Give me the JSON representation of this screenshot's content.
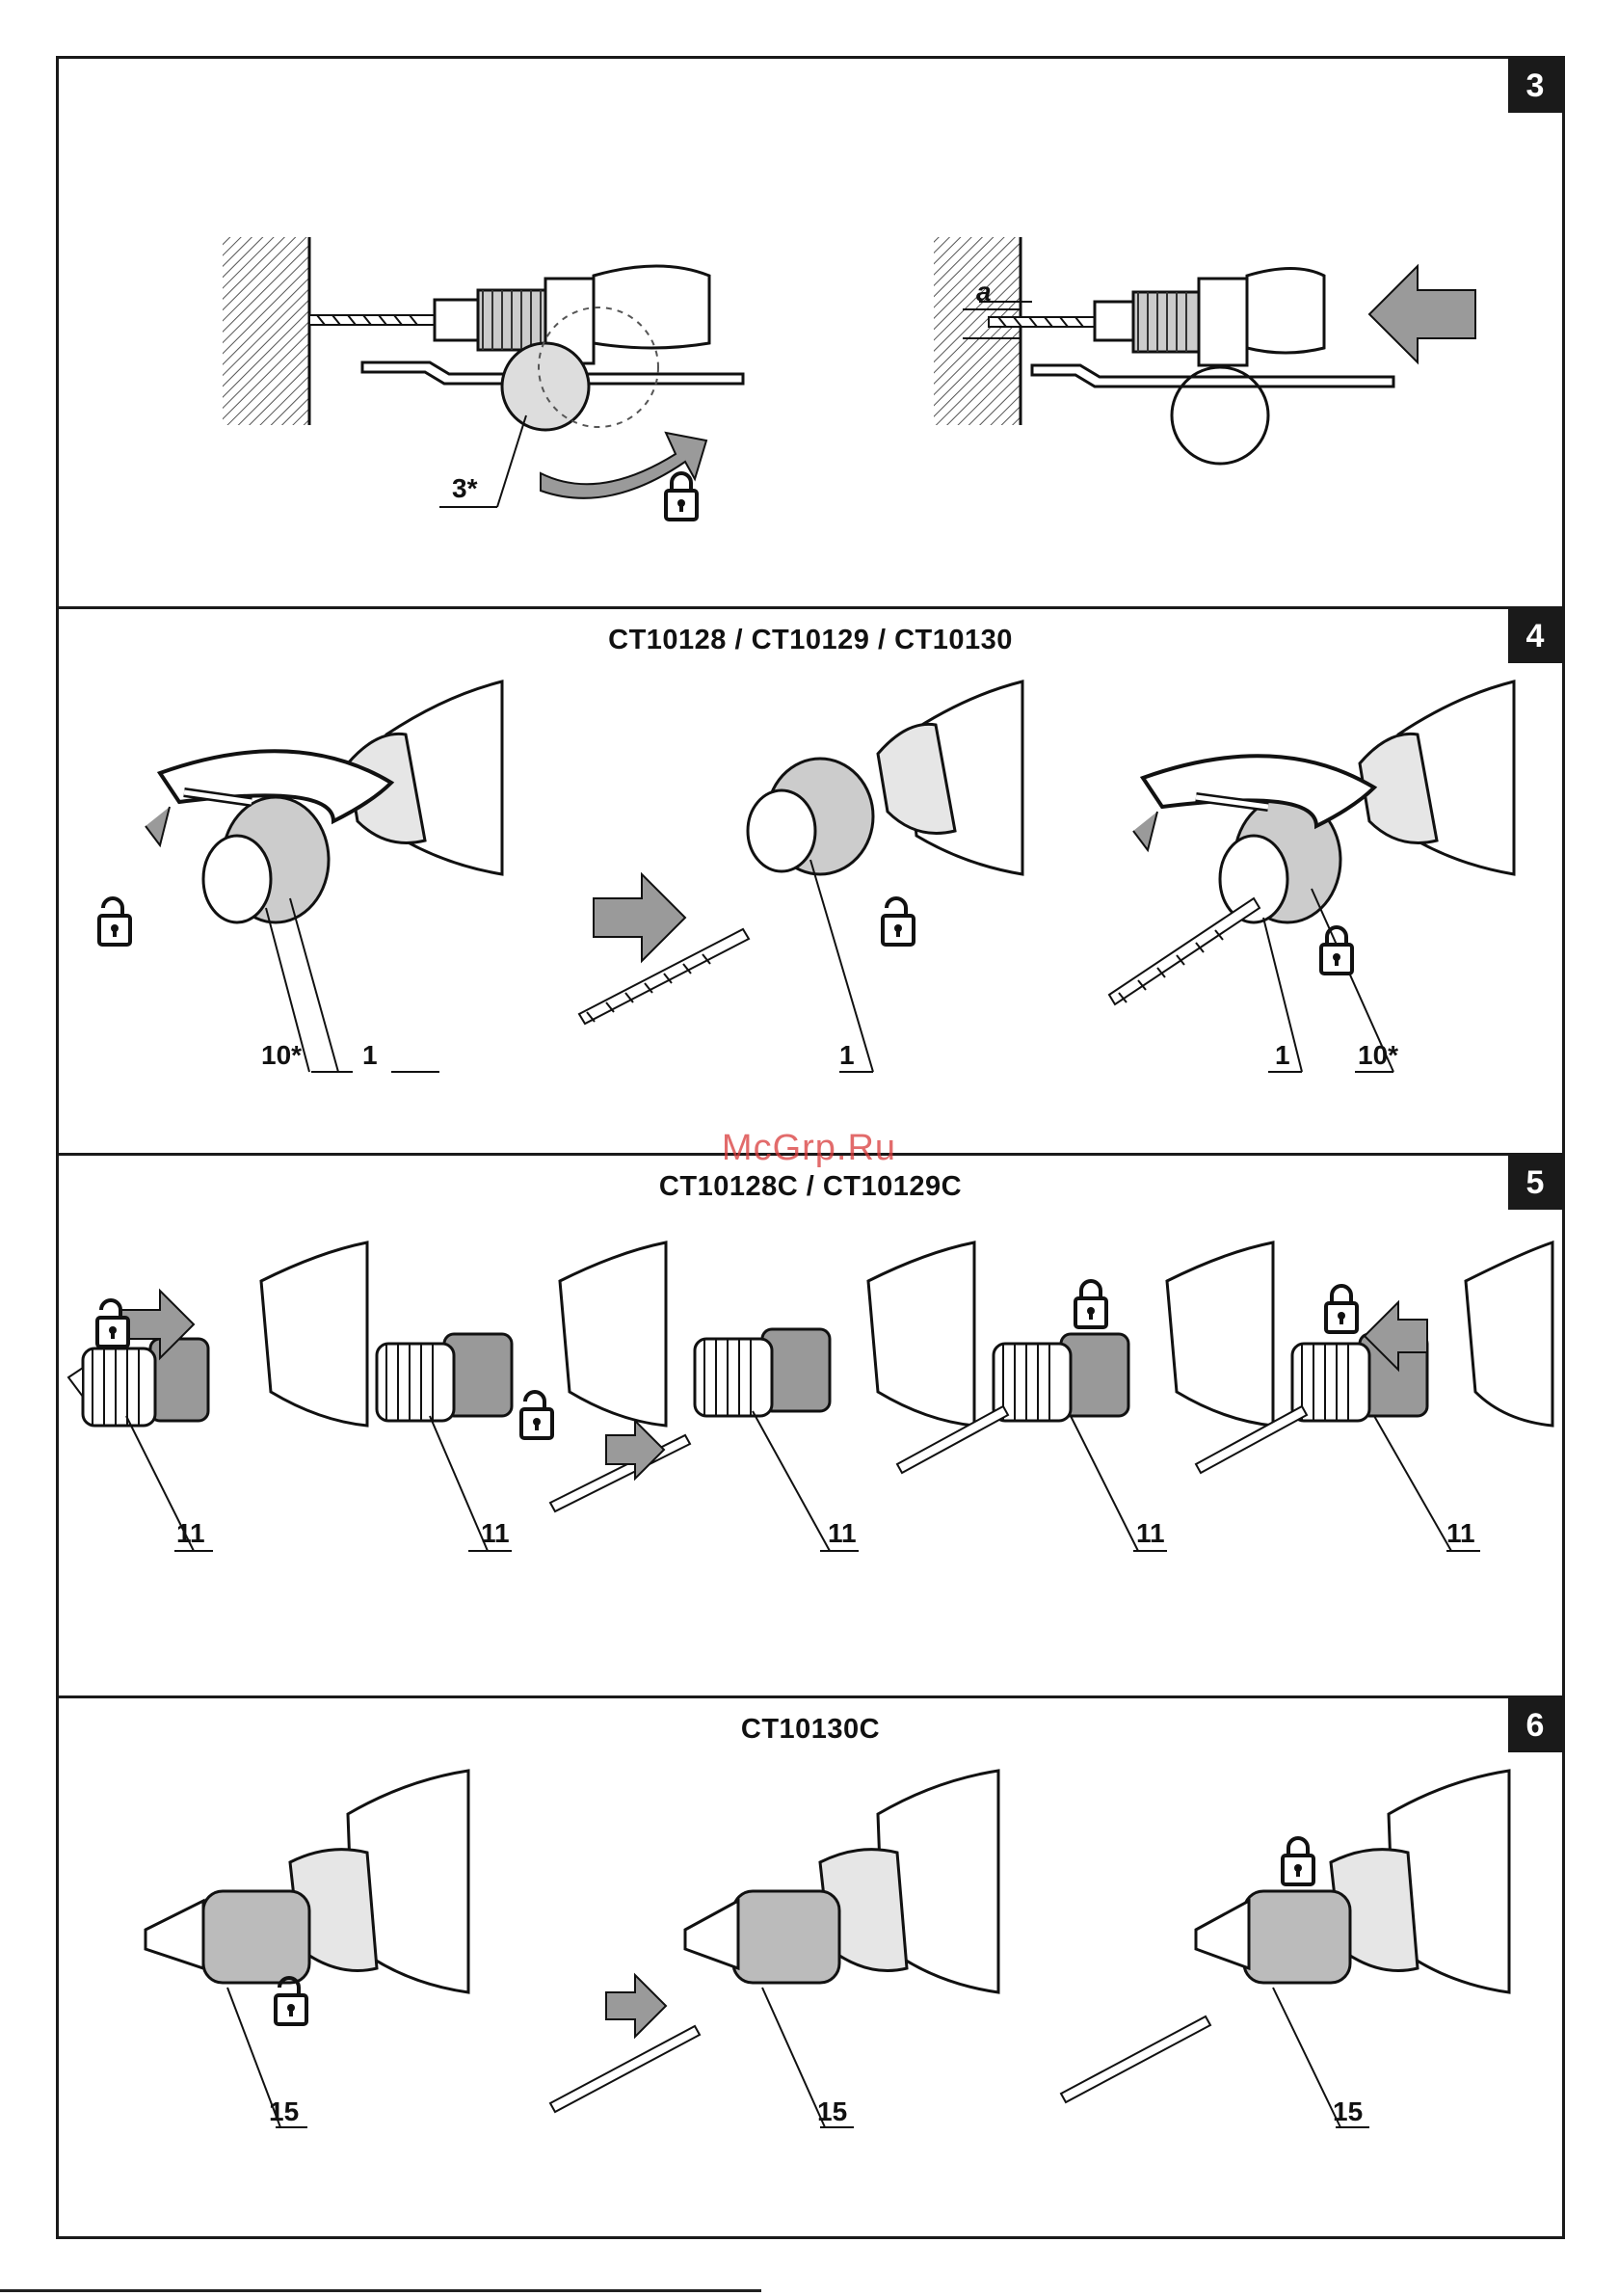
{
  "sections": [
    {
      "number": "3",
      "title": "",
      "labels": [
        "3*",
        "a"
      ]
    },
    {
      "number": "4",
      "title": "CT10128 / CT10129 / CT10130",
      "labels": [
        "10*",
        "1",
        "1",
        "1",
        "10*"
      ]
    },
    {
      "number": "5",
      "title": "CT10128C / CT10129C",
      "labels": [
        "11",
        "11",
        "11",
        "11",
        "11"
      ]
    },
    {
      "number": "6",
      "title": "CT10130C",
      "labels": [
        "15",
        "15",
        "15"
      ]
    }
  ],
  "watermark": "McGrp.Ru",
  "icons": [
    "lock-closed-icon",
    "lock-open-icon",
    "arrow-icon",
    "drill-bit-icon",
    "drill-chuck-icon"
  ]
}
